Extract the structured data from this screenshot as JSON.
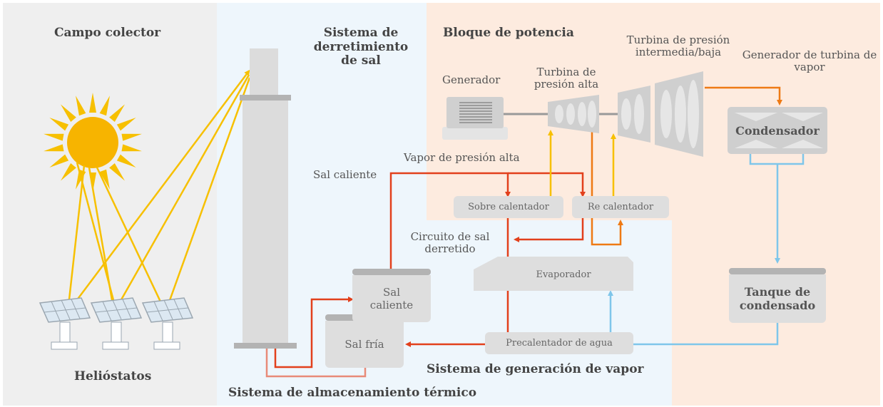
{
  "sections": {
    "collector": "Campo colector",
    "melting": "Sistema de derretimiento de sal",
    "power_block": "Bloque de potencia",
    "storage": "Sistema de almacenamiento térmico",
    "steam_generation": "Sistema de generación de vapor"
  },
  "labels": {
    "heliostats": "Helióstatos",
    "generator": "Generador",
    "hp_turbine": "Turbina de presión alta",
    "ip_lp_turbine": "Turbina de presión intermedia/baja",
    "steam_turbine_generator": "Generador de turbina de vapor",
    "hp_steam": "Vapor de presión alta",
    "hot_salt_line": "Sal caliente",
    "molten_salt_circuit": "Circuito de sal derretido"
  },
  "components": {
    "superheater": "Sobre calentador",
    "reheater": "Re calentador",
    "evaporator": "Evaporador",
    "hot_salt_tank": "Sal caliente",
    "cold_salt_tank": "Sal fría",
    "water_preheater": "Precalentador de agua",
    "condenser": "Condensador",
    "condensate_tank": "Tanque de condensado"
  },
  "colors": {
    "collector_bg": "#efefef",
    "melting_bg": "#eef6fc",
    "power_bg": "#fdebdf",
    "sun": "#f7b400",
    "rays": "#f7c000",
    "hot_salt": "#e2401c",
    "steam": "#ee7a14",
    "water": "#7fc6ea",
    "component": "#dedede"
  }
}
